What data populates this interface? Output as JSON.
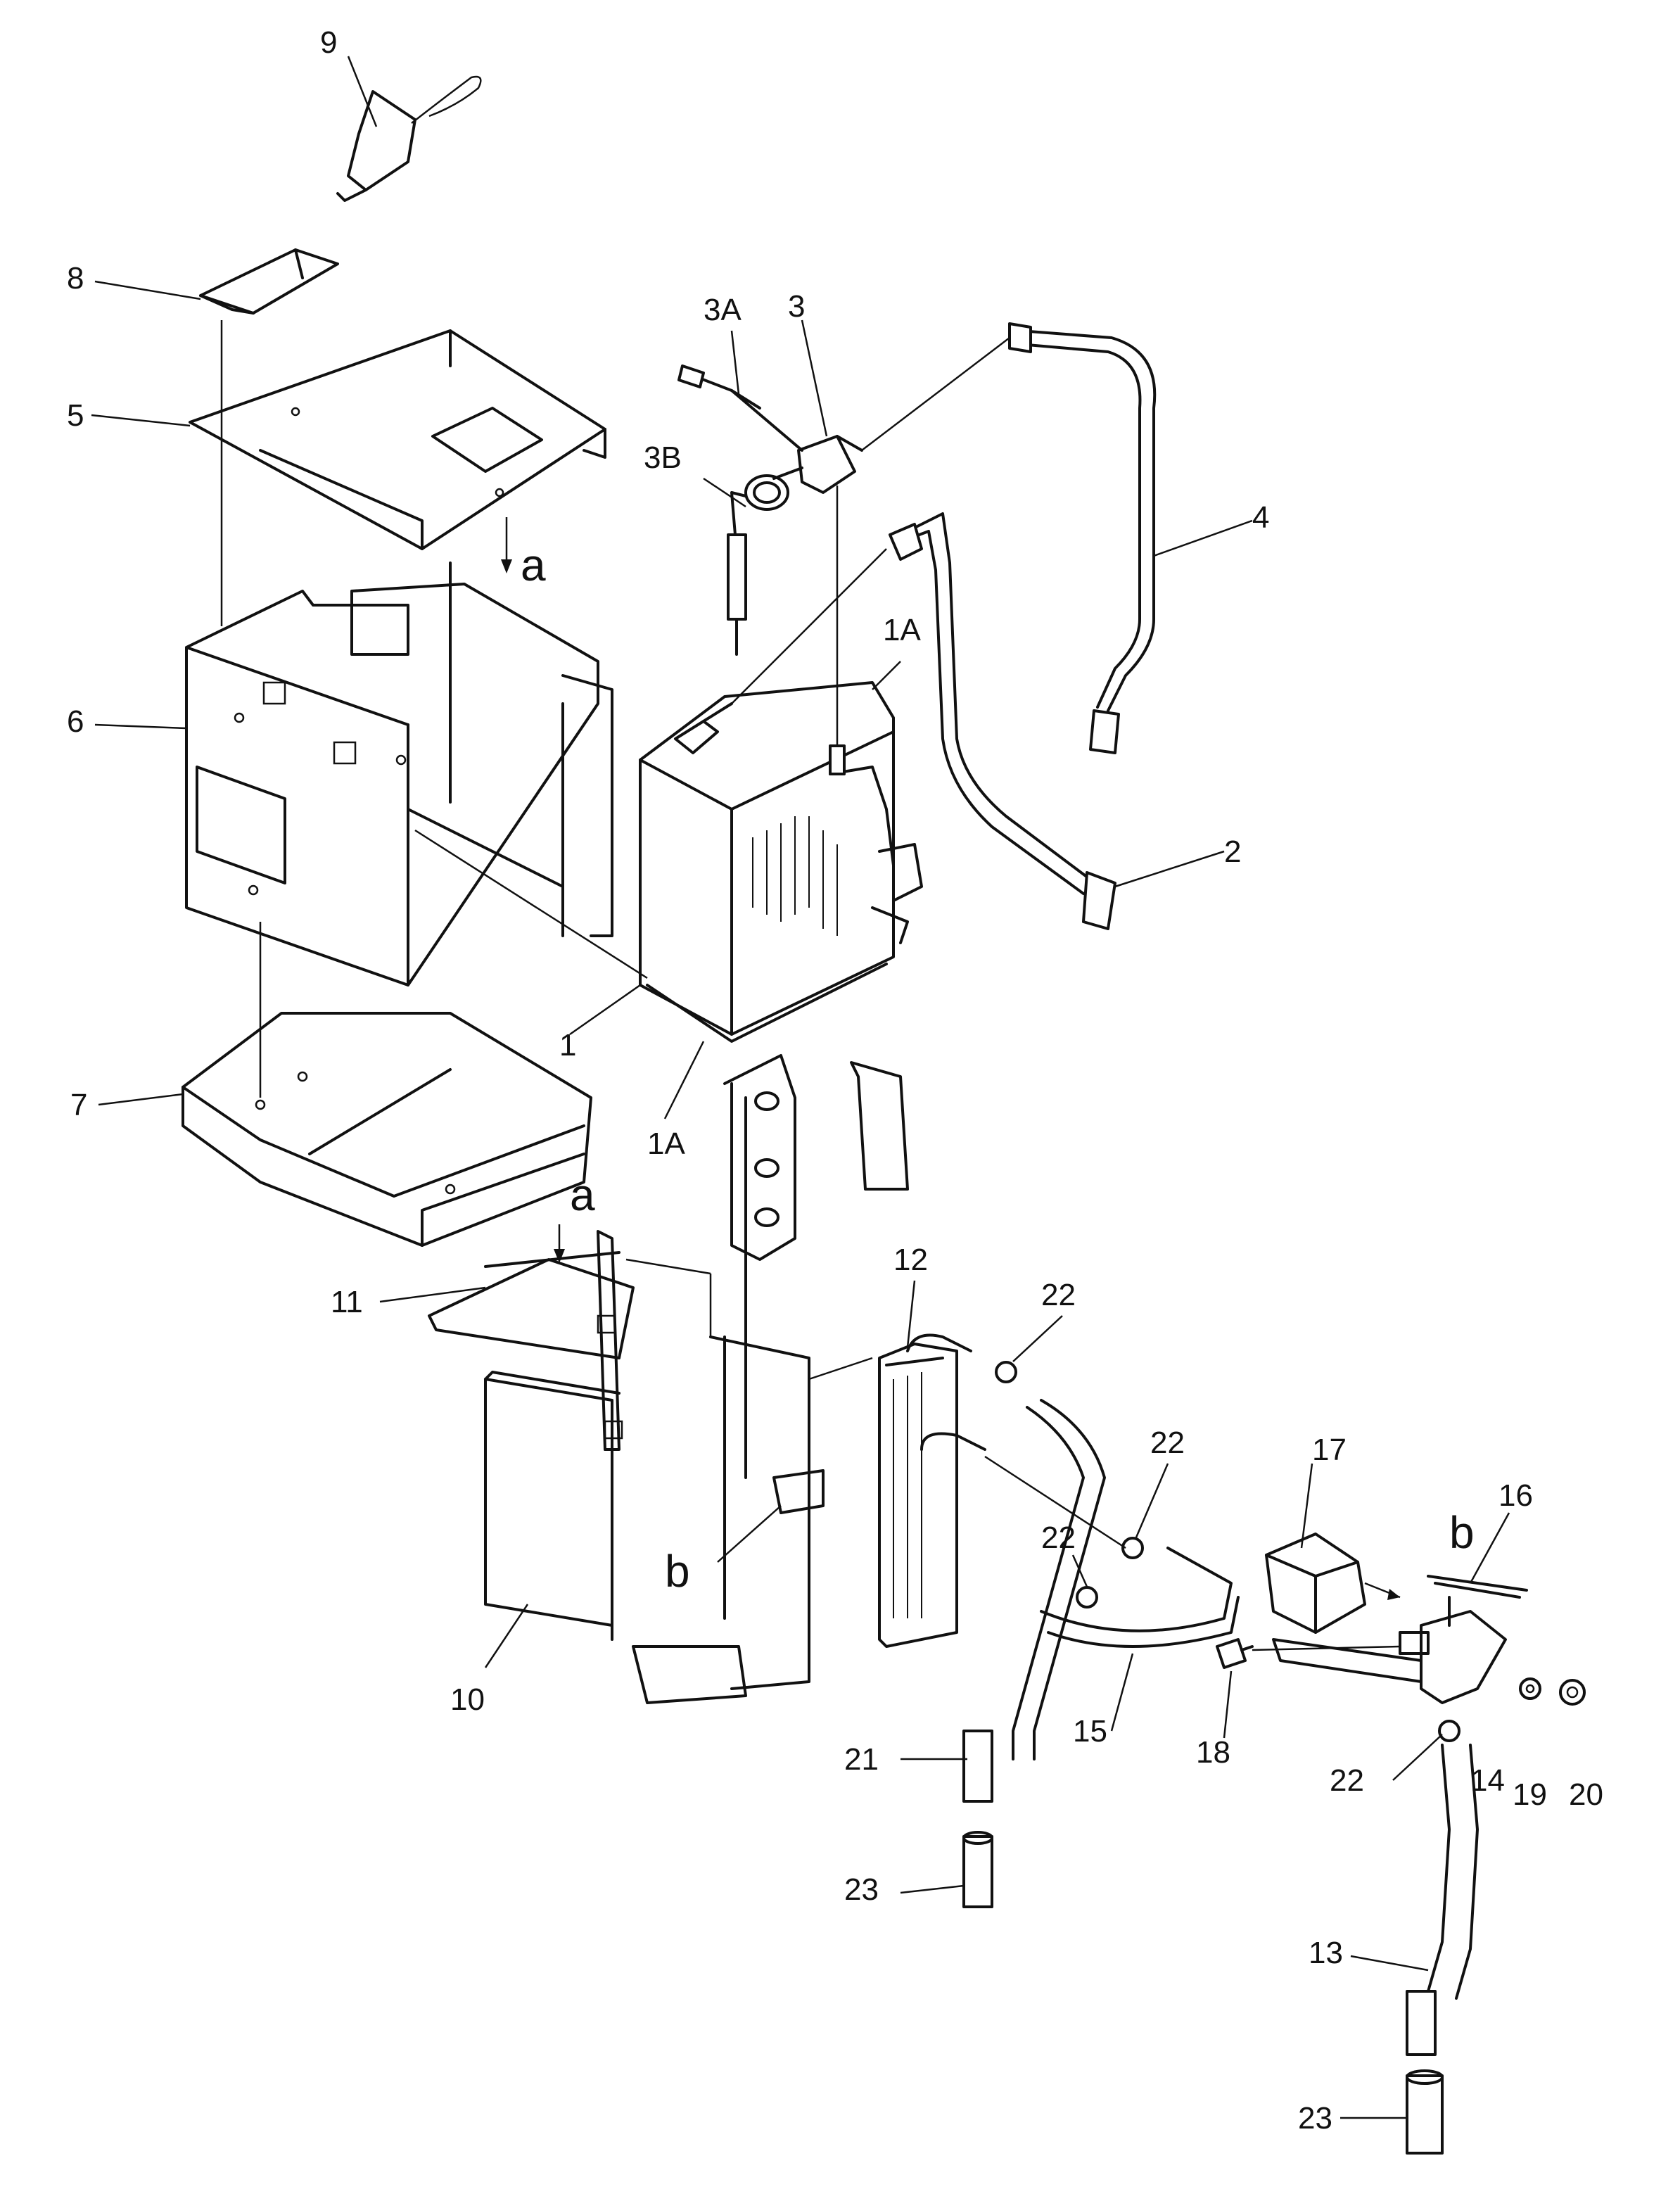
{
  "callouts": {
    "c1": "1",
    "c1a_top": "1A",
    "c1a_bottom": "1A",
    "c2": "2",
    "c3": "3",
    "c3a": "3A",
    "c3b": "3B",
    "c4": "4",
    "c5": "5",
    "c6": "6",
    "c7": "7",
    "c8": "8",
    "c9": "9",
    "c10": "10",
    "c11": "11",
    "c12": "12",
    "c13": "13",
    "c14": "14",
    "c15": "15",
    "c16": "16",
    "c17": "17",
    "c18": "18",
    "c19": "19",
    "c20": "20",
    "c21": "21",
    "c22_a": "22",
    "c22_b": "22",
    "c22_c": "22",
    "c22_d": "22",
    "c23_a": "23",
    "c23_b": "23",
    "ref_a_top": "a",
    "ref_a_bottom": "a",
    "ref_b_left": "b",
    "ref_b_right": "b"
  }
}
